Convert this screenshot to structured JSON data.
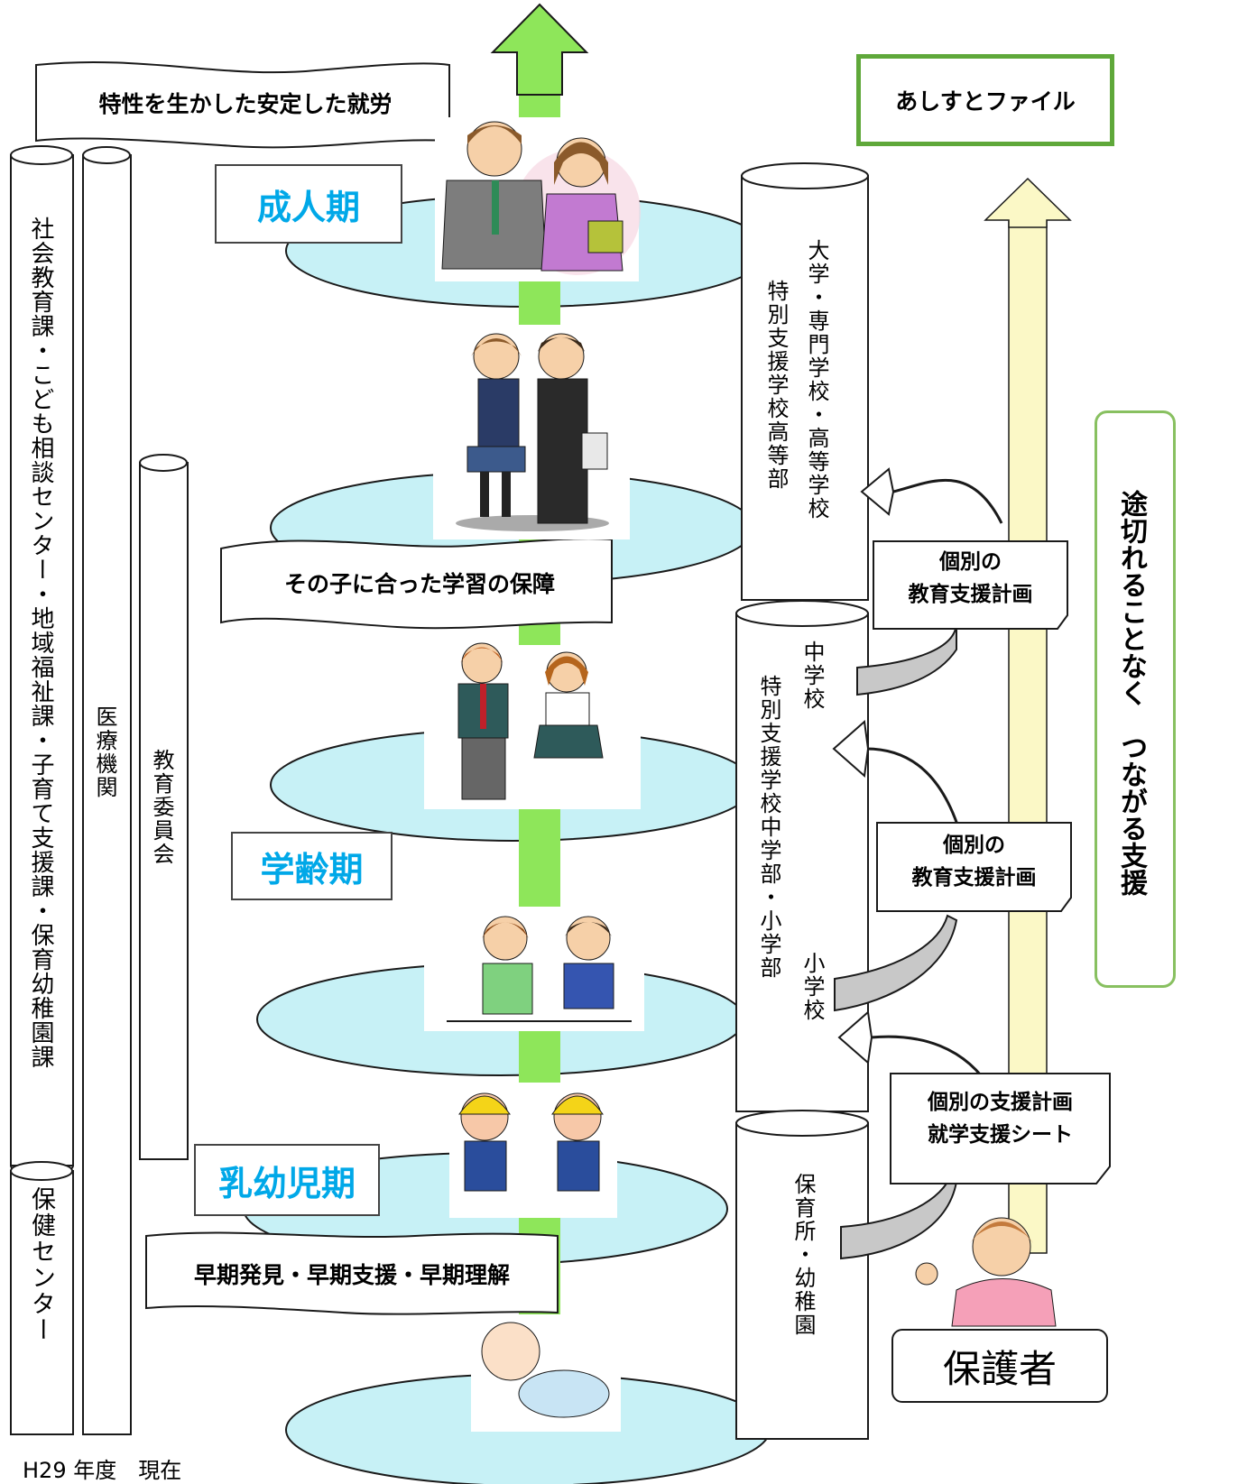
{
  "goal_banner": "特性を生かした安定した就労",
  "learning_banner": "その子に合った学習の保障",
  "early_banner": "早期発見・早期支援・早期理解",
  "file_box": "あしすとファイル",
  "continuity_box": "途切れることなく　つながる支援",
  "stages": {
    "adult": "成人期",
    "school": "学齢期",
    "infant": "乳幼児期"
  },
  "columns": {
    "social": "社会教育課・こども相談センター・地域福祉課・子育て支援課・保育幼稚園課",
    "health": "保健センター",
    "medical": "医療機関",
    "board": "教育委員会"
  },
  "schools": {
    "high_1": "大学・専門学校・高等学校",
    "high_2": "特別支援学校高等部",
    "junior": "中学校",
    "elementary": "小学校",
    "special": "特別支援学校中学部・小学部",
    "preschool": "保育所・幼稚園"
  },
  "plans": {
    "plan_top_1": "個別の",
    "plan_top_2": "教育支援計画",
    "plan_mid_1": "個別の",
    "plan_mid_2": "教育支援計画",
    "plan_low_1": "個別の支援計画",
    "plan_low_2": "就学支援シート"
  },
  "guardian": "保護者",
  "footer": "H29 年度　現在",
  "colors": {
    "green_arrow": "#8ee65a",
    "yellow_arrow": "#fbf8c6",
    "ellipse": "#c7f1f6",
    "stage_text": "#00a8e8",
    "file_border": "#5fa83a",
    "continuity_border": "#88c060",
    "curve_arrow": "#c8c8c8"
  },
  "illustrations": [
    "adult-couple-illustration",
    "high-school-students-illustration",
    "junior-high-students-illustration",
    "elementary-students-illustration",
    "kindergarten-children-illustration",
    "baby-illustration",
    "guardian-mother-illustration"
  ]
}
